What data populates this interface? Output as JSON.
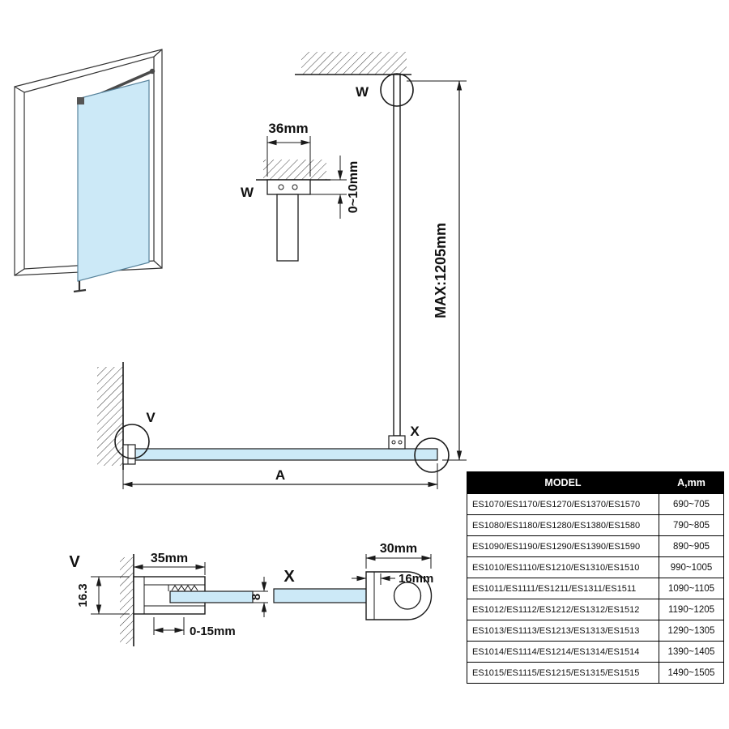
{
  "colors": {
    "glass": "#cce9f7",
    "glass_edge": "#57839c",
    "line": "#1a1a1a",
    "table_header_bg": "#000000",
    "table_header_text": "#ffffff"
  },
  "detail_w": {
    "label": "W",
    "dim_width": "36mm",
    "dim_adjust": "0~10mm"
  },
  "elevation": {
    "label_w": "W",
    "label_v": "V",
    "label_x": "X",
    "dim_max_height": "MAX:1205mm",
    "dim_width": "A"
  },
  "detail_v": {
    "label": "V",
    "dim_height": "16.3",
    "dim_width": "35mm",
    "dim_glass_thickness": "8",
    "dim_adjust": "0-15mm"
  },
  "detail_x": {
    "label": "X",
    "dim_width": "30mm",
    "dim_depth": "16mm"
  },
  "table": {
    "headers": [
      "MODEL",
      "A,mm"
    ],
    "rows": [
      {
        "model": "ES1070/ES1170/ES1270/ES1370/ES1570",
        "a_mm": "690~705"
      },
      {
        "model": "ES1080/ES1180/ES1280/ES1380/ES1580",
        "a_mm": "790~805"
      },
      {
        "model": "ES1090/ES1190/ES1290/ES1390/ES1590",
        "a_mm": "890~905"
      },
      {
        "model": "ES1010/ES1110/ES1210/ES1310/ES1510",
        "a_mm": "990~1005"
      },
      {
        "model": "ES1011/ES1111/ES1211/ES1311/ES1511",
        "a_mm": "1090~1105"
      },
      {
        "model": "ES1012/ES1112/ES1212/ES1312/ES1512",
        "a_mm": "1190~1205"
      },
      {
        "model": "ES1013/ES1113/ES1213/ES1313/ES1513",
        "a_mm": "1290~1305"
      },
      {
        "model": "ES1014/ES1114/ES1214/ES1314/ES1514",
        "a_mm": "1390~1405"
      },
      {
        "model": "ES1015/ES1115/ES1215/ES1315/ES1515",
        "a_mm": "1490~1505"
      }
    ]
  }
}
